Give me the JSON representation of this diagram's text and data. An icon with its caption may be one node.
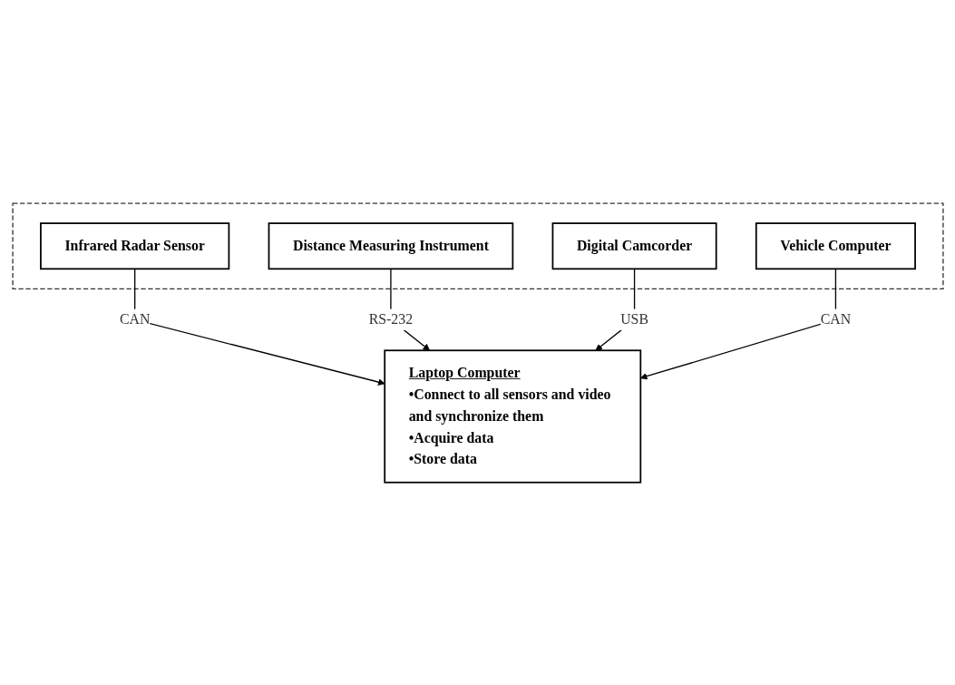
{
  "diagram": {
    "nodes": [
      {
        "text": [],
        "shape": "box"
      },
      {
        "text": [
          "Infrared Radar Sensor"
        ],
        "in": 0
      },
      {
        "text": [
          "Distance Measuring Instrument"
        ],
        "in": 0
      },
      {
        "text": [
          "Digital Camcorder"
        ],
        "in": 0
      },
      {
        "text": [
          "Vehicle Computer"
        ],
        "in": 0
      },
      {
        "text": [
          "Laptop Computer",
          "•Connect to all sensors and video and synchronize them",
          "•Acquire data",
          "•Store data"
        ]
      }
    ],
    "edges": [
      {
        "from": 1,
        "to": 5,
        "label": "CAN",
        "arrow": "to"
      },
      {
        "from": 2,
        "to": 5,
        "label": "RS-232",
        "arrow": "to"
      },
      {
        "from": 3,
        "to": 5,
        "label": "USB",
        "arrow": "to"
      },
      {
        "from": 4,
        "to": 5,
        "label": "CAN",
        "arrow": "to"
      }
    ]
  }
}
